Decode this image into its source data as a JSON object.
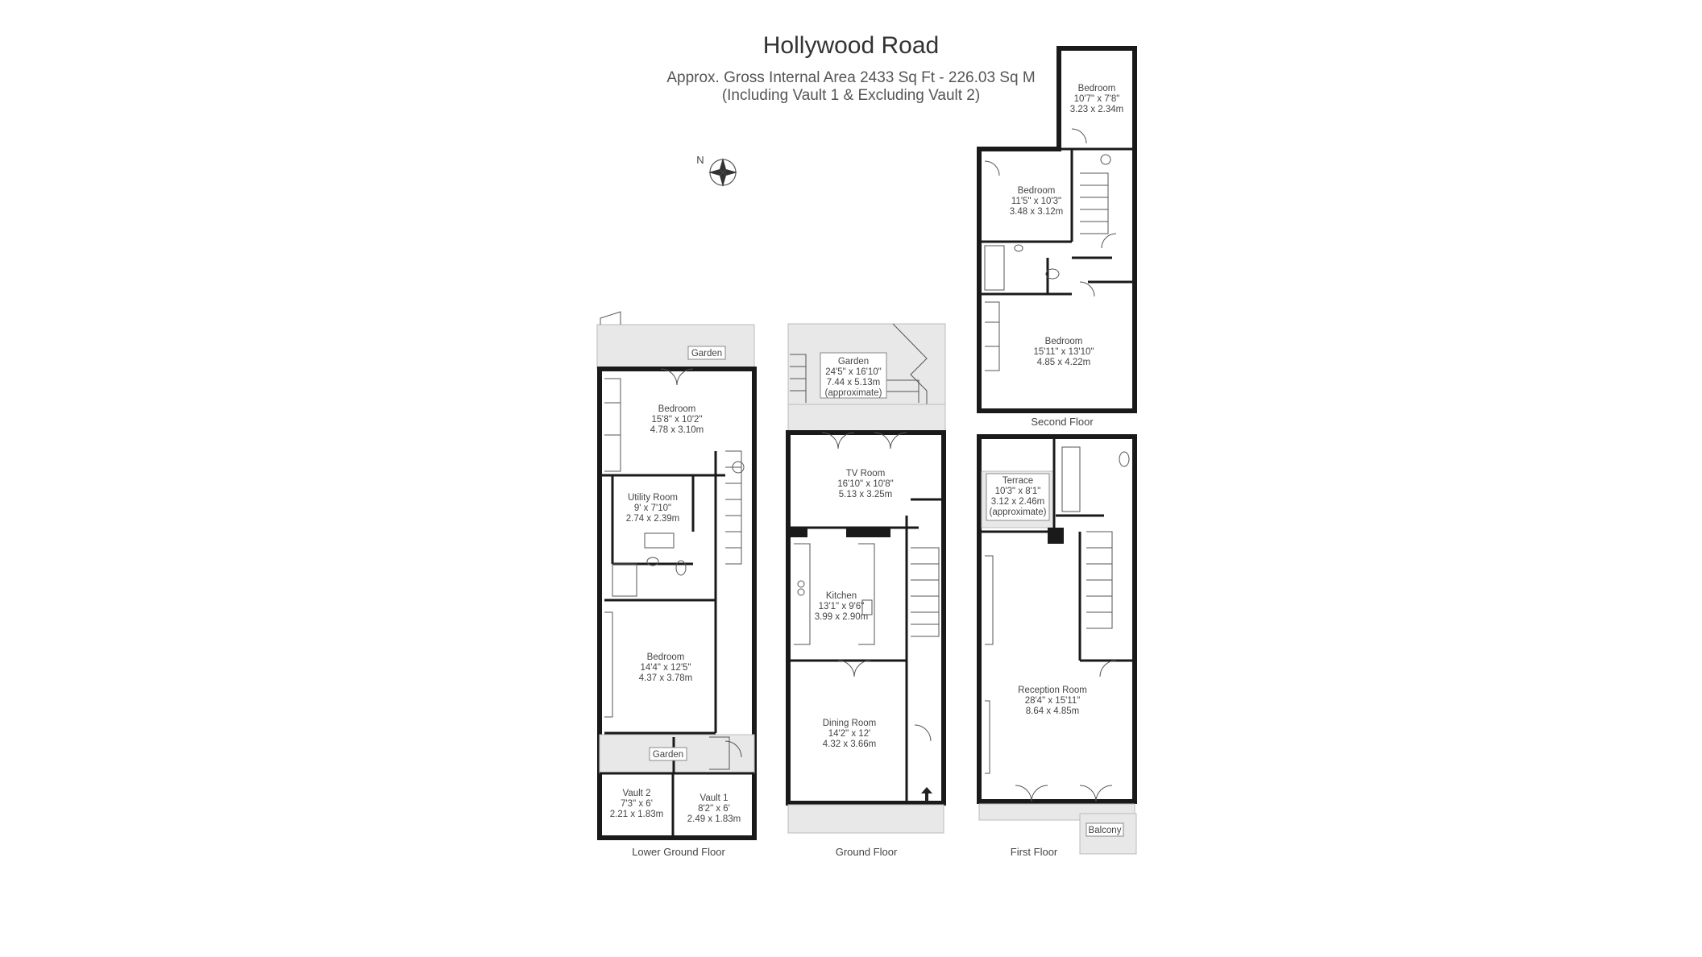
{
  "header": {
    "title": "Hollywood Road",
    "area_line": "Approx. Gross Internal Area  2433  Sq Ft  -  226.03  Sq M",
    "note_line": "(Including Vault 1 & Excluding Vault 2)"
  },
  "compass": {
    "label": "N"
  },
  "floors": {
    "lower_ground": "Lower Ground Floor",
    "ground": "Ground Floor",
    "first": "First Floor",
    "second": "Second Floor"
  },
  "rooms": {
    "lg_garden_top": {
      "name": "Garden"
    },
    "lg_bedroom_1": {
      "name": "Bedroom",
      "imperial": "15'8\" x 10'2\"",
      "metric": "4.78 x 3.10m"
    },
    "lg_utility": {
      "name": "Utility Room",
      "imperial": "9' x 7'10\"",
      "metric": "2.74 x 2.39m"
    },
    "lg_bedroom_2": {
      "name": "Bedroom",
      "imperial": "14'4\" x 12'5\"",
      "metric": "4.37 x 3.78m"
    },
    "lg_garden_bottom": {
      "name": "Garden"
    },
    "vault_2": {
      "name": "Vault 2",
      "imperial": "7'3\" x 6'",
      "metric": "2.21 x 1.83m"
    },
    "vault_1": {
      "name": "Vault 1",
      "imperial": "8'2\" x 6'",
      "metric": "2.49 x 1.83m"
    },
    "g_garden": {
      "name": "Garden",
      "imperial": "24'5\" x 16'10\"",
      "metric": "7.44 x 5.13m",
      "note": "(approximate)"
    },
    "g_tv": {
      "name": "TV Room",
      "imperial": "16'10\" x 10'8\"",
      "metric": "5.13 x 3.25m"
    },
    "g_kitchen": {
      "name": "Kitchen",
      "imperial": "13'1\" x 9'6\"",
      "metric": "3.99 x 2.90m"
    },
    "g_dining": {
      "name": "Dining Room",
      "imperial": "14'2\" x 12'",
      "metric": "4.32 x 3.66m"
    },
    "f_terrace": {
      "name": "Terrace",
      "imperial": "10'3\" x 8'1\"",
      "metric": "3.12 x 2.46m",
      "note": "(approximate)"
    },
    "f_reception": {
      "name": "Reception Room",
      "imperial": "28'4\" x 15'11\"",
      "metric": "8.64 x 4.85m"
    },
    "f_balcony": {
      "name": "Balcony"
    },
    "s_bedroom_top": {
      "name": "Bedroom",
      "imperial": "10'7\" x 7'8\"",
      "metric": "3.23 x 2.34m"
    },
    "s_bedroom_mid": {
      "name": "Bedroom",
      "imperial": "11'5\" x 10'3\"",
      "metric": "3.48 x 3.12m"
    },
    "s_bedroom_main": {
      "name": "Bedroom",
      "imperial": "15'11\" x 13'10\"",
      "metric": "4.85 x 4.22m"
    }
  }
}
